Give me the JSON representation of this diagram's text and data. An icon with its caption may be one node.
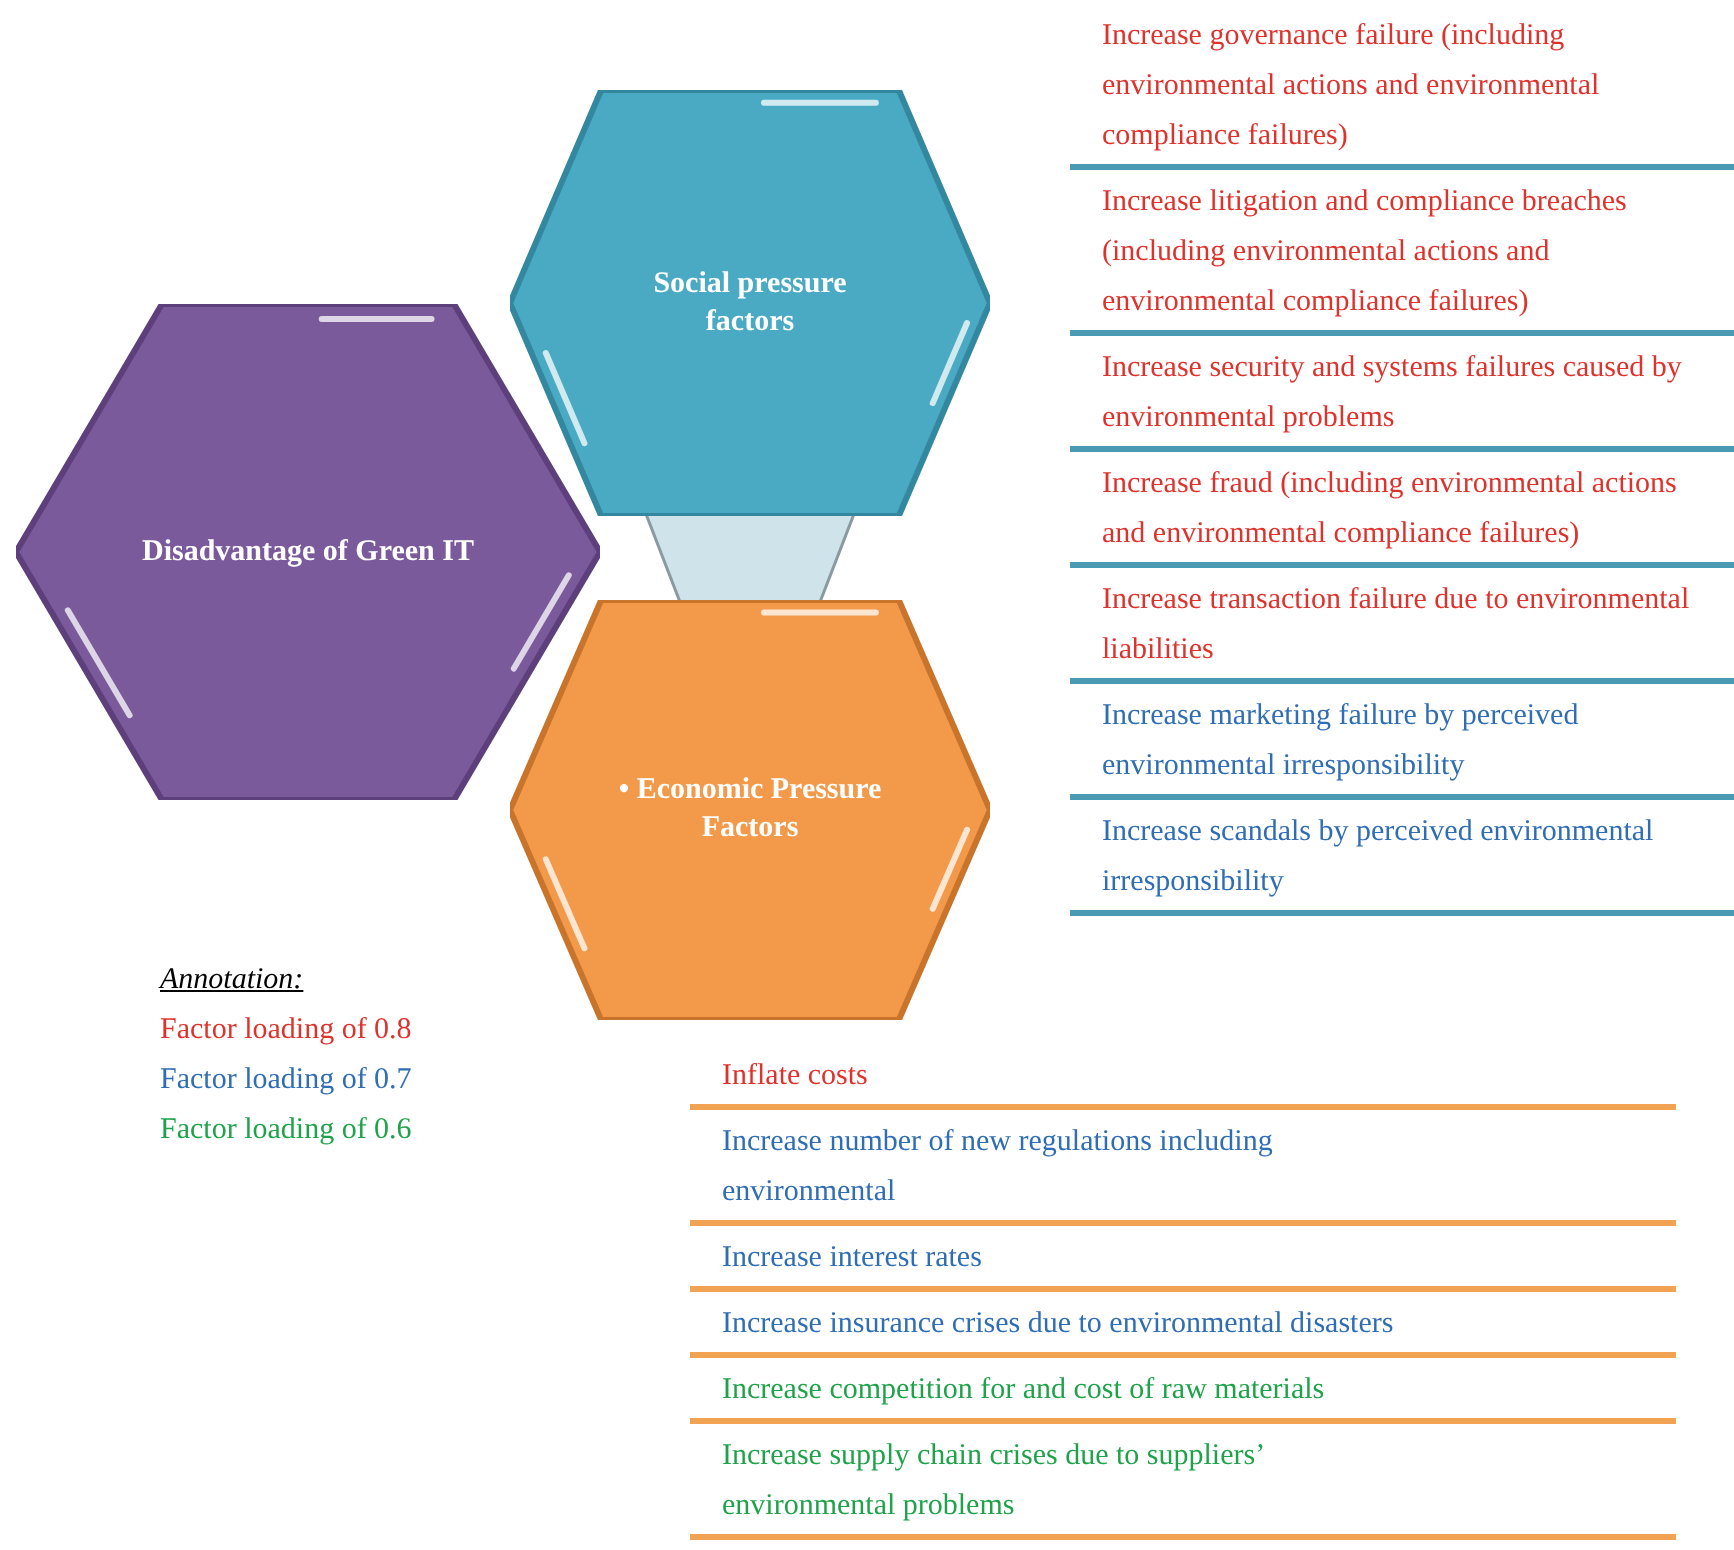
{
  "diagram": {
    "nodes": [
      {
        "text": [
          "Disadvantage of Green IT"
        ]
      },
      {
        "text": [
          "Social pressure factors"
        ]
      },
      {
        "text": [
          "• Economic Pressure Factors"
        ]
      },
      {
        "text": [
          "Increase governance failure (including environmental actions and environmental compliance failures)"
        ]
      },
      {
        "text": [
          "Increase litigation and compliance breaches (including environmental actions and environmental compliance failures)"
        ]
      },
      {
        "text": [
          "Increase security and systems failures caused by environmental problems"
        ]
      },
      {
        "text": [
          "Increase fraud (including environmental actions and environmental compliance failures)"
        ]
      },
      {
        "text": [
          "Increase transaction failure due to environmental liabilities"
        ]
      },
      {
        "text": [
          "Increase marketing failure by perceived environmental irresponsibility"
        ]
      },
      {
        "text": [
          "Increase scandals by perceived environmental irresponsibility"
        ]
      },
      {
        "text": [
          "Inflate costs"
        ]
      },
      {
        "text": [
          "Increase number of new regulations including environmental"
        ]
      },
      {
        "text": [
          "Increase interest rates"
        ]
      },
      {
        "text": [
          "Increase insurance crises due to environmental disasters"
        ]
      },
      {
        "text": [
          "Increase competition for and cost of raw materials"
        ]
      },
      {
        "text": [
          "Increase supply chain crises due to suppliers’ environmental problems"
        ]
      }
    ],
    "edges": [
      {
        "from": 1,
        "to": 2,
        "arrow": "none"
      }
    ],
    "labels": [
      "Annotation:"
    ],
    "legend": [
      {
        "text": "Factor loading of 0.8",
        "color": "#e0322c"
      },
      {
        "text": "Factor loading of 0.7",
        "color": "#2f6db5"
      },
      {
        "text": "Factor loading of 0.6",
        "color": "#1fa34a"
      }
    ]
  }
}
